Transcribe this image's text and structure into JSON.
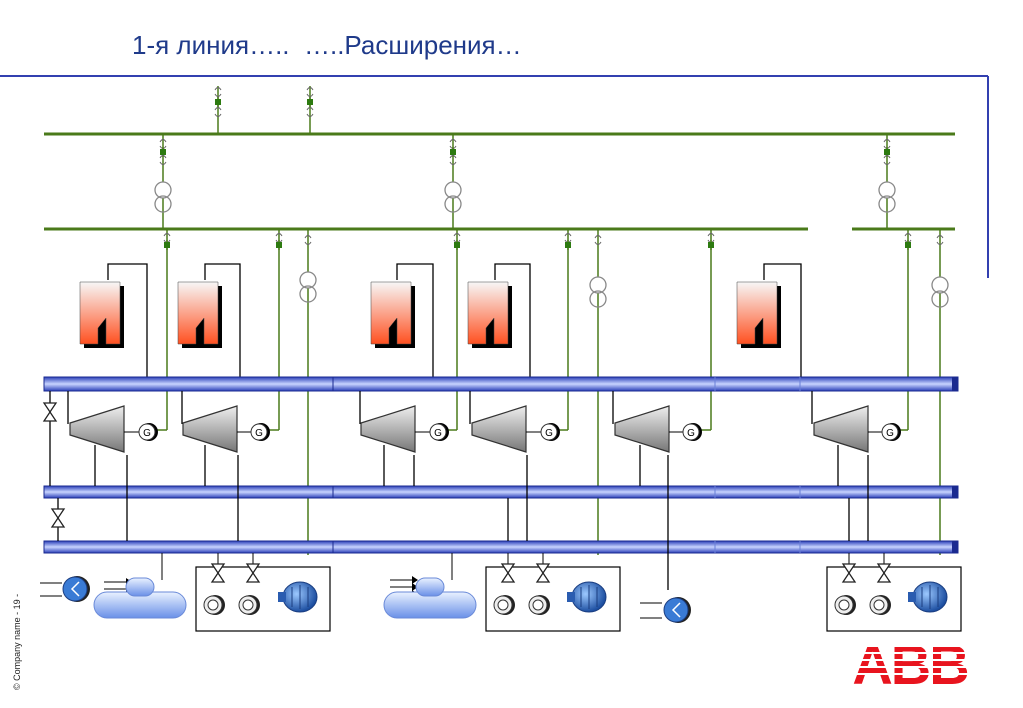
{
  "slide": {
    "title": "1-я линия…..  …..Расширения…",
    "footer": "© Company name  - 19 -",
    "logo_text": "ABB"
  },
  "generator_label": "G",
  "colors": {
    "busbar": "#4a7a1a",
    "header_pipe": "#3a56c8",
    "frame_line": "#3340b0",
    "boiler_top": "#f7f7f7",
    "boiler_bottom": "#ff5020",
    "logo": "#e8141e",
    "pump": "#3a7bd5"
  },
  "icons": [
    "transformer-icon",
    "breaker-icon",
    "boiler-icon",
    "turbine-icon",
    "generator-icon",
    "valve-icon",
    "pump-icon",
    "motor-icon",
    "tank-icon",
    "heat-exchanger-icon"
  ]
}
